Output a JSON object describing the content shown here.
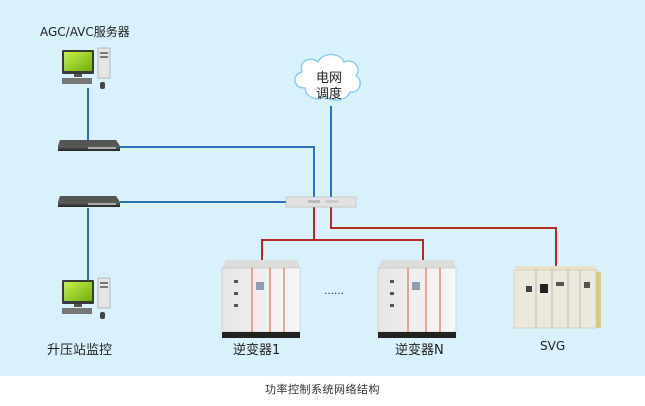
{
  "diagram": {
    "nodes": {
      "agc_server": {
        "label": "AGC/AVC服务器",
        "icon": "desktop-computer-icon"
      },
      "grid_dispatch": {
        "label": "电网\n调度",
        "line1": "电网",
        "line2": "调度",
        "icon": "cloud-icon"
      },
      "switch_top": {
        "icon": "network-switch-icon"
      },
      "switch_bottom": {
        "icon": "network-switch-icon"
      },
      "central_device": {
        "icon": "communication-manager-icon"
      },
      "substation_monitor": {
        "label": "升压站监控",
        "icon": "desktop-computer-icon"
      },
      "inverter_1": {
        "label": "逆变器1",
        "icon": "inverter-cabinet-icon"
      },
      "inverter_n": {
        "label": "逆变器N",
        "icon": "inverter-cabinet-icon"
      },
      "ellipsis": {
        "label": "……"
      },
      "svg_device": {
        "label": "SVG",
        "icon": "svg-cabinet-icon"
      }
    },
    "links": [
      {
        "from": "agc_server",
        "to": "switch_top",
        "type": "ethernet",
        "color": "#2a6fc2"
      },
      {
        "from": "switch_top",
        "to": "central_device",
        "type": "ethernet",
        "color": "#2a6fc2"
      },
      {
        "from": "switch_bottom",
        "to": "central_device",
        "type": "ethernet",
        "color": "#2a6fc2"
      },
      {
        "from": "switch_bottom",
        "to": "substation_monitor",
        "type": "ethernet",
        "color": "#2a6fc2"
      },
      {
        "from": "grid_dispatch",
        "to": "central_device",
        "type": "ethernet",
        "color": "#2a6fc2"
      },
      {
        "from": "central_device",
        "to": "inverter_1",
        "type": "serial",
        "color": "#b22a2a"
      },
      {
        "from": "central_device",
        "to": "inverter_n",
        "type": "serial",
        "color": "#b22a2a"
      },
      {
        "from": "central_device",
        "to": "svg_device",
        "type": "serial",
        "color": "#b22a2a"
      }
    ],
    "colors": {
      "background": "#d9f1fb",
      "network_line": "#2a6fc2",
      "control_line": "#b22a2a"
    }
  },
  "caption": "功率控制系统网络结构"
}
